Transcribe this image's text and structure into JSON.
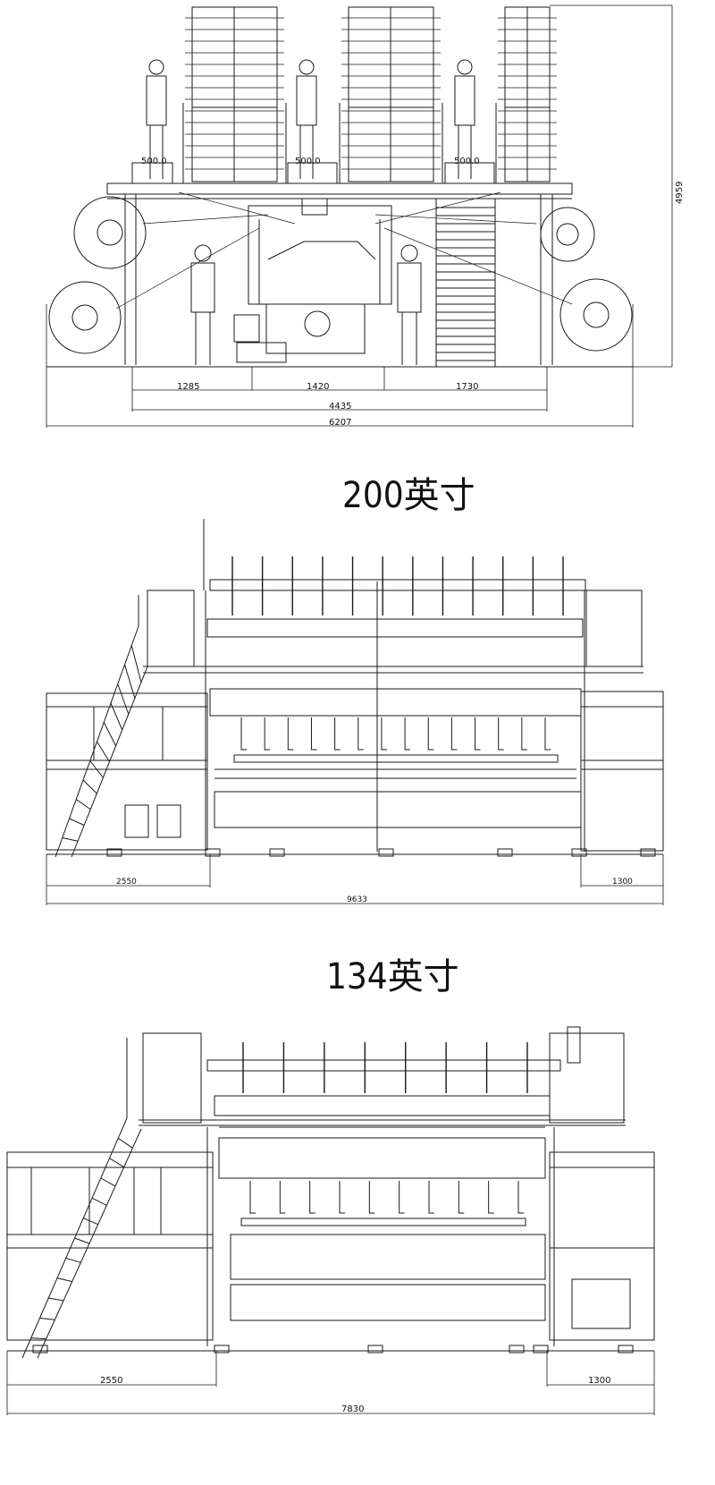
{
  "view1": {
    "height_dim": "4959",
    "platform_marks": [
      "500.0",
      "500.0",
      "500.0"
    ],
    "dims_row1": [
      "1285",
      "1420",
      "1730"
    ],
    "dim_middle": "4435",
    "dim_total": "6207"
  },
  "view2": {
    "title": "200英寸",
    "dim_left": "2550",
    "dim_right": "1300",
    "dim_total": "9633"
  },
  "view3": {
    "title": "134英寸",
    "dim_left": "2550",
    "dim_right": "1300",
    "dim_total": "7830"
  },
  "colors": {
    "line": "#1a1a1a",
    "background": "#ffffff"
  }
}
